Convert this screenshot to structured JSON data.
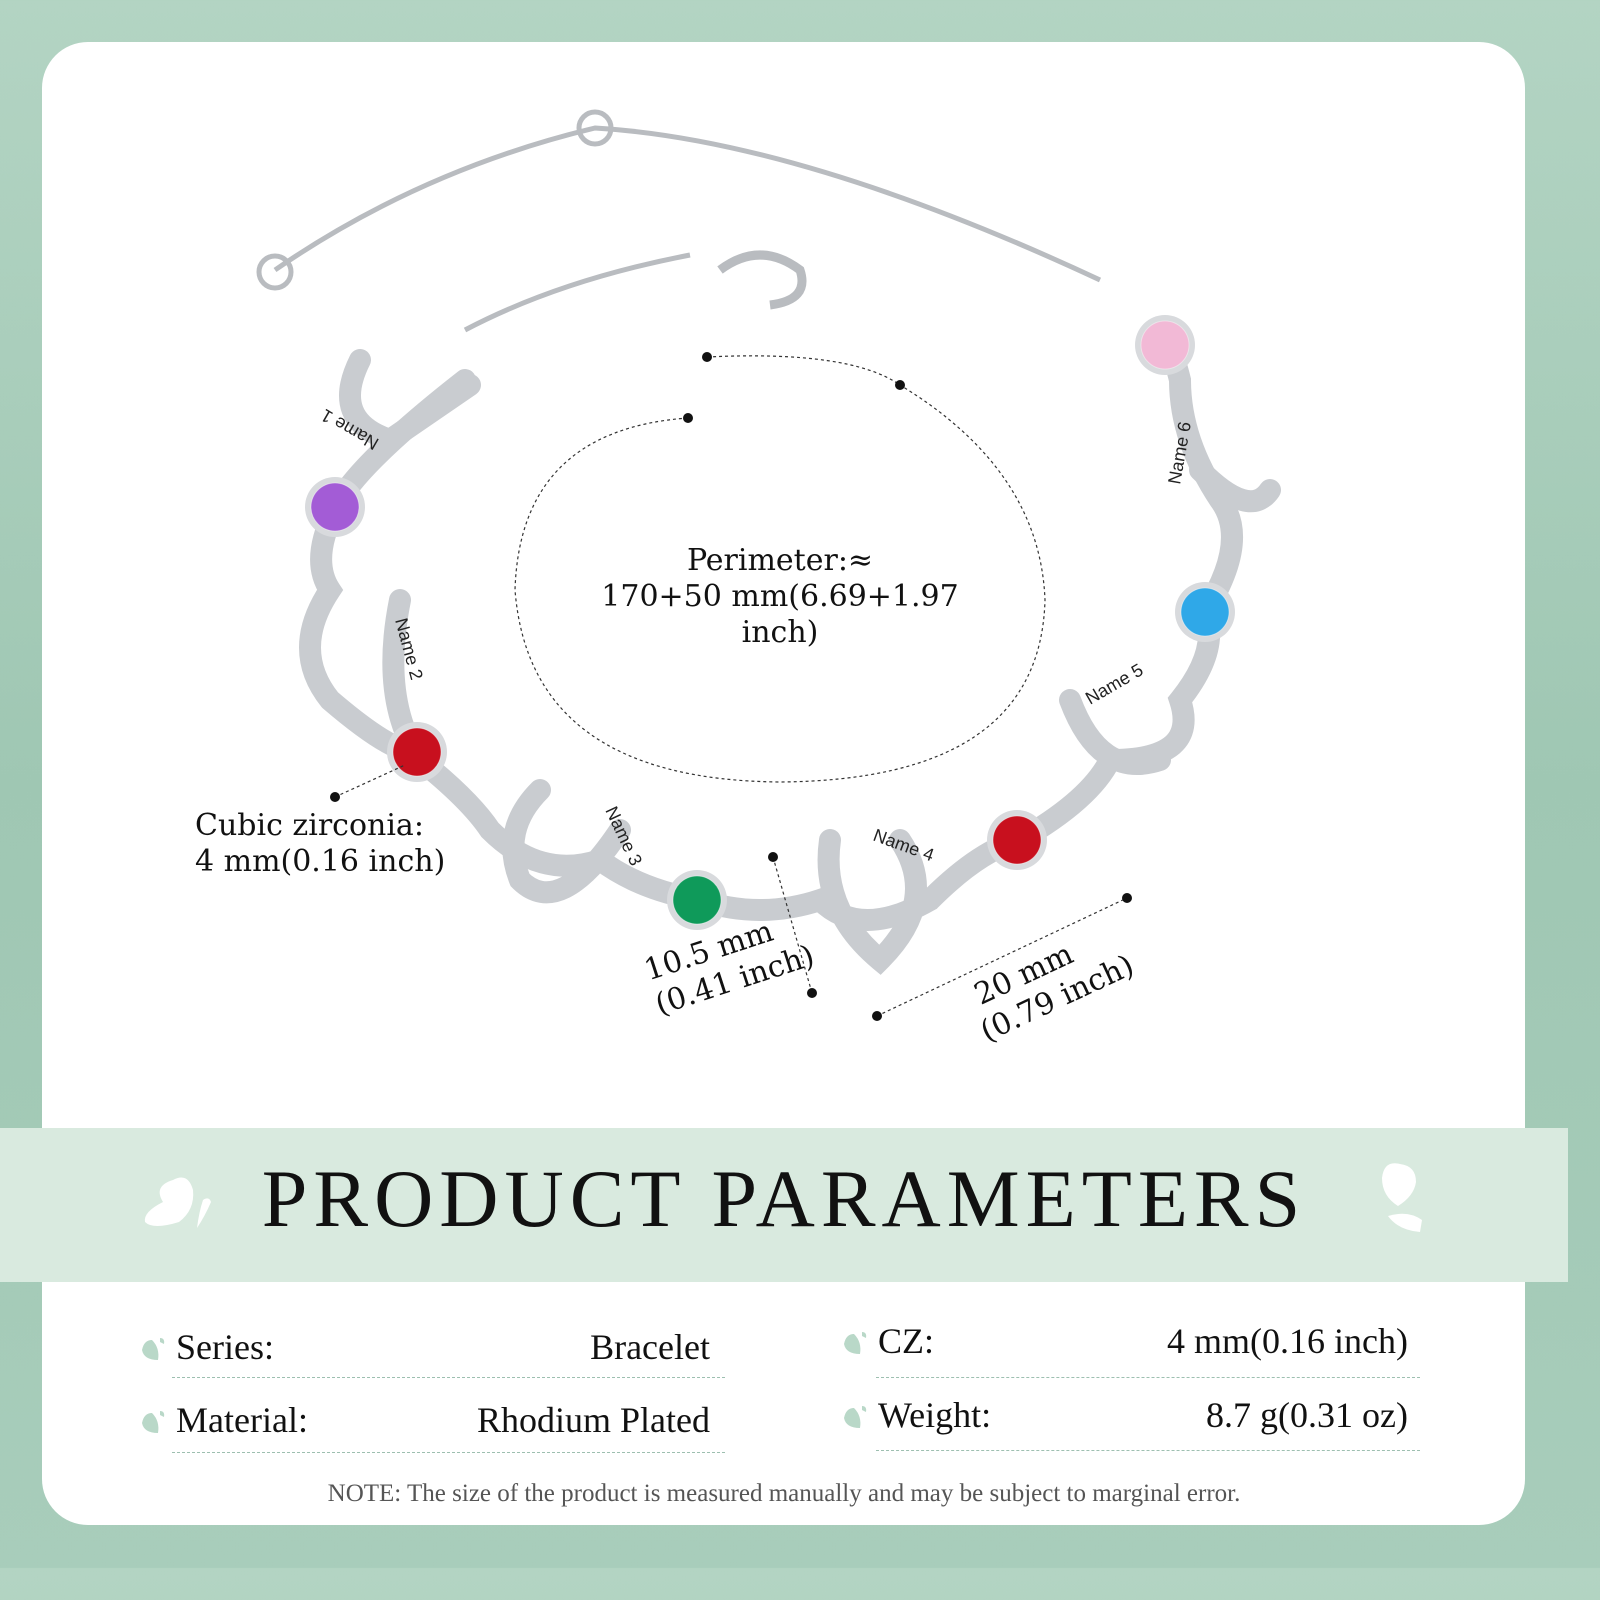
{
  "product": {
    "engraved_names": [
      "Name 1",
      "Name 2",
      "Name 3",
      "Name 4",
      "Name 5",
      "Name 6"
    ],
    "stone_colors": [
      "#a35cd6",
      "#c8101e",
      "#0f9a5a",
      "#c8101e",
      "#2fa8e8",
      "#f2b9d6"
    ]
  },
  "annotations": {
    "perimeter_line1": "Perimeter:≈",
    "perimeter_line2": "170+50 mm(6.69+1.97 inch)",
    "cz_line1": "Cubic zirconia:",
    "cz_line2": "4 mm(0.16 inch)",
    "width_line1": "10.5 mm",
    "width_line2": "(0.41 inch)",
    "length_line1": "20 mm",
    "length_line2": "(0.79 inch)"
  },
  "banner": {
    "title": "PRODUCT PARAMETERS",
    "icon": "heart-leaf-icon"
  },
  "params": [
    {
      "label": "Series:",
      "value": "Bracelet"
    },
    {
      "label": "Material:",
      "value": "Rhodium Plated"
    },
    {
      "label": "CZ:",
      "value": "4 mm(0.16 inch)"
    },
    {
      "label": "Weight:",
      "value": "8.7 g(0.31 oz)"
    }
  ],
  "note": "NOTE: The size of the product is measured manually and may be subject to marginal error.",
  "colors": {
    "accent": "#b9d8c8",
    "band": "#d9eadf",
    "background": "#a8cdbb"
  }
}
